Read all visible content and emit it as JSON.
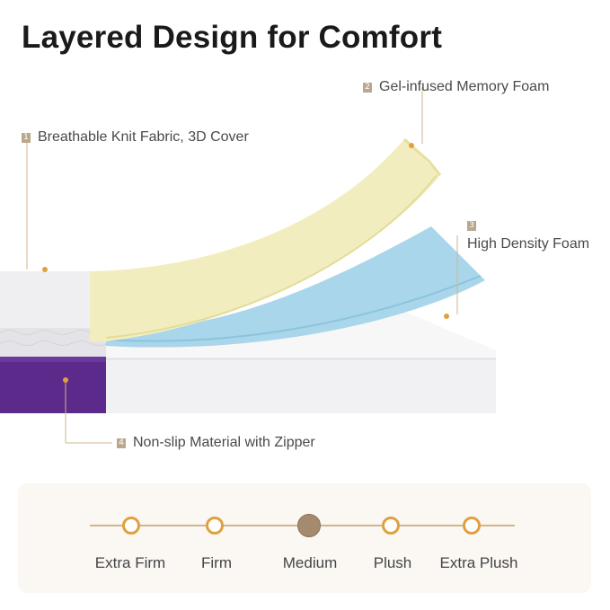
{
  "title": "Layered Design for Comfort",
  "callouts": {
    "layer1": {
      "num": "1",
      "label": "Breathable Knit Fabric, 3D Cover"
    },
    "layer2": {
      "num": "2",
      "label": "Gel-infused Memory Foam"
    },
    "layer3": {
      "num": "3",
      "label": "High Density Foam"
    },
    "layer4": {
      "num": "4",
      "label": "Non-slip Material with Zipper"
    }
  },
  "firmness": {
    "options": [
      "Extra Firm",
      "Firm",
      "Medium",
      "Plush",
      "Extra Plush"
    ],
    "selected": "Medium"
  },
  "colors": {
    "memory_foam": "#f2edbe",
    "high_density_foam": "#a9d6ea",
    "base_purple": "#5b2a8a",
    "cover_white": "#f4f4f6",
    "accent": "#e0a040",
    "badge": "#b9a88c"
  }
}
